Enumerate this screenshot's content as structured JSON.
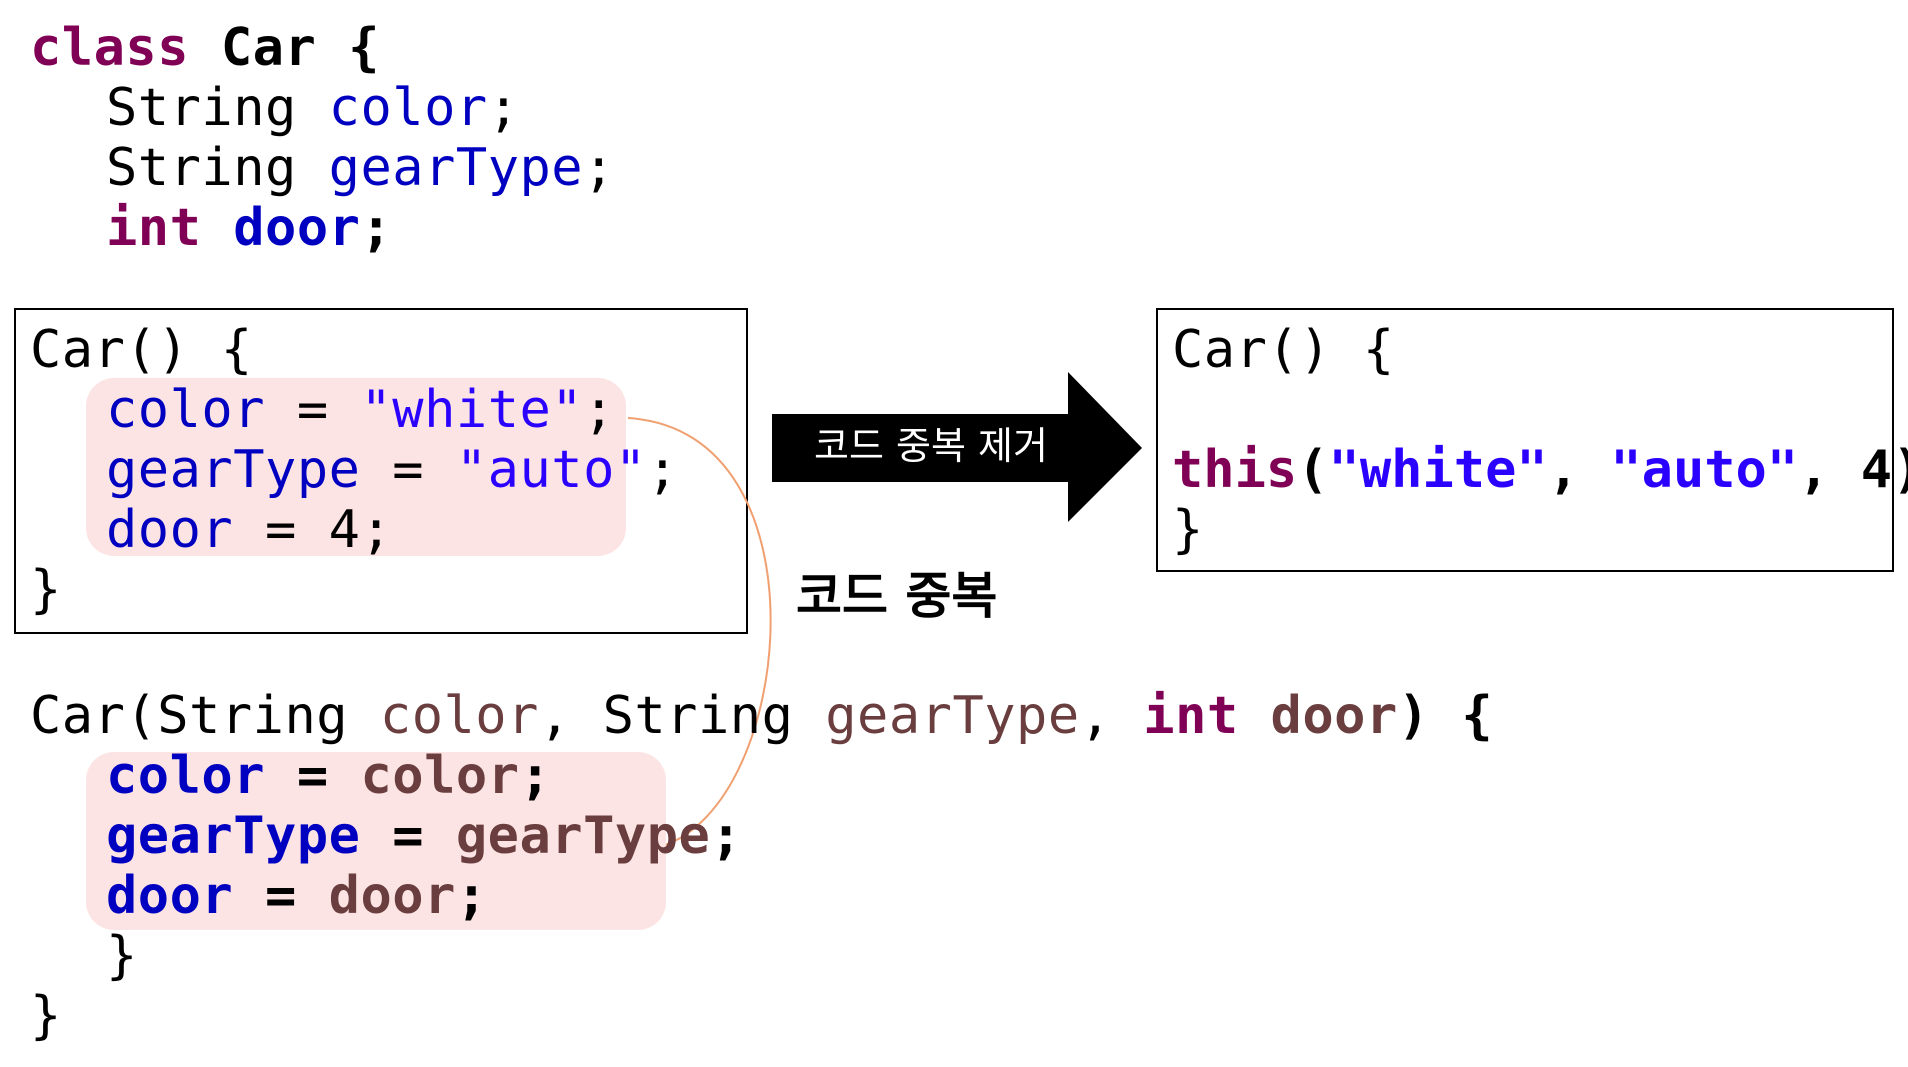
{
  "class_decl": {
    "keyword": "class",
    "name": "Car",
    "brace": "{",
    "fields": [
      {
        "type": "String",
        "name": "color",
        "end": ";"
      },
      {
        "type": "String",
        "name": "gearType",
        "end": ";"
      },
      {
        "type": "int",
        "name": "door",
        "end": ";"
      }
    ]
  },
  "ctor_default": {
    "header": "Car() {",
    "lines": [
      {
        "name": "color",
        "op": " = ",
        "value": "\"white\"",
        "end": ";"
      },
      {
        "name": "gearType",
        "op": " = ",
        "value": "\"auto\"",
        "end": ";"
      },
      {
        "name": "door",
        "op": " = ",
        "value": "4",
        "end": ";"
      }
    ],
    "close": "}"
  },
  "ctor_param": {
    "name": "Car",
    "open_paren": "(",
    "params": [
      {
        "type": "String",
        "name": "color",
        "sep": ", "
      },
      {
        "type": "String",
        "name": "gearType",
        "sep": ", "
      },
      {
        "type": "int",
        "name": "door",
        "sep": ""
      }
    ],
    "close_sig": ") {",
    "lines": [
      {
        "name": "color",
        "op": " = ",
        "value": "color",
        "end": ";"
      },
      {
        "name": "gearType",
        "op": " = ",
        "value": "gearType",
        "end": ";"
      },
      {
        "name": "door",
        "op": " = ",
        "value": "door",
        "end": ";"
      }
    ],
    "inner_close": "}",
    "outer_close": "}"
  },
  "arrow": {
    "label": "코드 중복 제거",
    "color": "#000000"
  },
  "duplication_label": "코드 중복",
  "ctor_refactored": {
    "header": "Car() {",
    "call_keyword": "this",
    "call_open": "(",
    "arg1": "\"white\"",
    "sep1": ", ",
    "arg2": "\"auto\"",
    "sep2": ", ",
    "arg3": "4",
    "call_close": ");",
    "close": "}"
  },
  "colors": {
    "keyword": "#7f0055",
    "field": "#0000c0",
    "parameter": "#6a3e3e",
    "string": "#2a00ff",
    "highlight": "#fde4e4",
    "connector": "#f0a070"
  }
}
